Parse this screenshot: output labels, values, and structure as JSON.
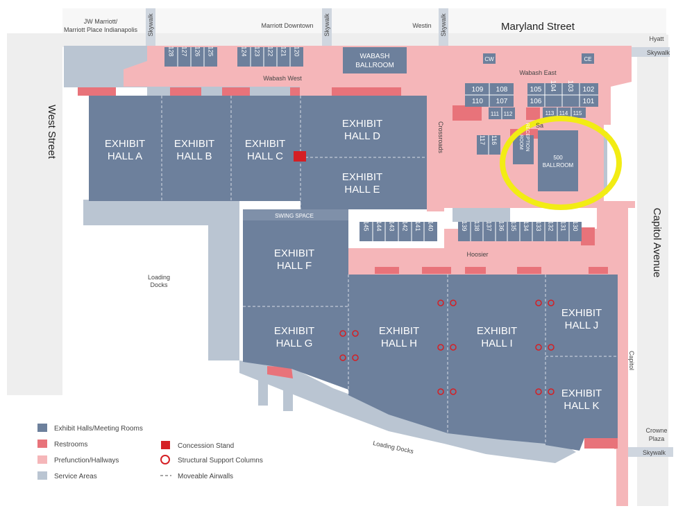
{
  "colors": {
    "exhibit": "#6d809c",
    "restroom": "#e8737a",
    "prefunction": "#f5b6b9",
    "service": "#bac5d2",
    "concession": "#d51f24",
    "highlight": "#f2ec14",
    "road": "#eeeeee"
  },
  "streets": {
    "maryland": "Maryland Street",
    "west": "West Street",
    "capitol_ave": "Capitol Avenue",
    "capitol": "Capitol"
  },
  "hotels": {
    "jw_line1": "JW Marriott/",
    "jw_line2": "Marriott Place Indianapolis",
    "marriott_downtown": "Marriott Downtown",
    "westin": "Westin",
    "hyatt": "Hyatt",
    "crowne_line1": "Crowne",
    "crowne_line2": "Plaza"
  },
  "skywalks": [
    "Skywalk",
    "Skywalk",
    "Skywalk",
    "Skywalk",
    "Skywalk"
  ],
  "areas": {
    "wabash_west": "Wabash West",
    "wabash_east": "Wabash East",
    "crossroads": "Crossroads",
    "sagamore_partial": "Sa",
    "hoosier": "Hoosier",
    "swing_space": "SWING SPACE",
    "loading_docks_line1": "Loading",
    "loading_docks_line2": "Docks",
    "loading_docks_south": "Loading Docks",
    "cw": "CW",
    "ce": "CE",
    "wabash_ballroom_line1": "WABASH",
    "wabash_ballroom_line2": "BALLROOM",
    "reception_line1": "RECEPTION",
    "reception_line2": "ROOM",
    "ballroom_500_line1": "500",
    "ballroom_500_line2": "BALLROOM"
  },
  "halls": {
    "a": [
      "EXHIBIT",
      "HALL A"
    ],
    "b": [
      "EXHIBIT",
      "HALL B"
    ],
    "c": [
      "EXHIBIT",
      "HALL C"
    ],
    "d": [
      "EXHIBIT",
      "HALL D"
    ],
    "e": [
      "EXHIBIT",
      "HALL E"
    ],
    "f": [
      "EXHIBIT",
      "HALL F"
    ],
    "g": [
      "EXHIBIT",
      "HALL G"
    ],
    "h": [
      "EXHIBIT",
      "HALL H"
    ],
    "i": [
      "EXHIBIT",
      "HALL I"
    ],
    "j": [
      "EXHIBIT",
      "HALL J"
    ],
    "k": [
      "EXHIBIT",
      "HALL K"
    ]
  },
  "rooms": {
    "north_west": [
      "128",
      "127",
      "126",
      "125"
    ],
    "north_mid": [
      "124",
      "123",
      "122",
      "121",
      "120"
    ],
    "east_top_left": [
      "109",
      "108"
    ],
    "east_bot_left": [
      "110",
      "107"
    ],
    "east_small": [
      "111",
      "112"
    ],
    "east_top_right": [
      "105",
      "104",
      "103",
      "102"
    ],
    "east_bot_right": [
      "106",
      "101"
    ],
    "east_strip": [
      "113",
      "114",
      "115"
    ],
    "mid_vertical": [
      "117",
      "116"
    ],
    "south_left": [
      "145",
      "144",
      "143",
      "142",
      "141",
      "140"
    ],
    "south_right": [
      "139",
      "138",
      "137",
      "136",
      "135",
      "134",
      "133",
      "132",
      "131",
      "130"
    ]
  },
  "legend": {
    "exhibit": "Exhibit Halls/Meeting Rooms",
    "restroom": "Restrooms",
    "prefunction": "Prefunction/Hallways",
    "service": "Service Areas",
    "concession": "Concession Stand",
    "columns": "Structural Support Columns",
    "airwalls": "Moveable Airwalls"
  }
}
